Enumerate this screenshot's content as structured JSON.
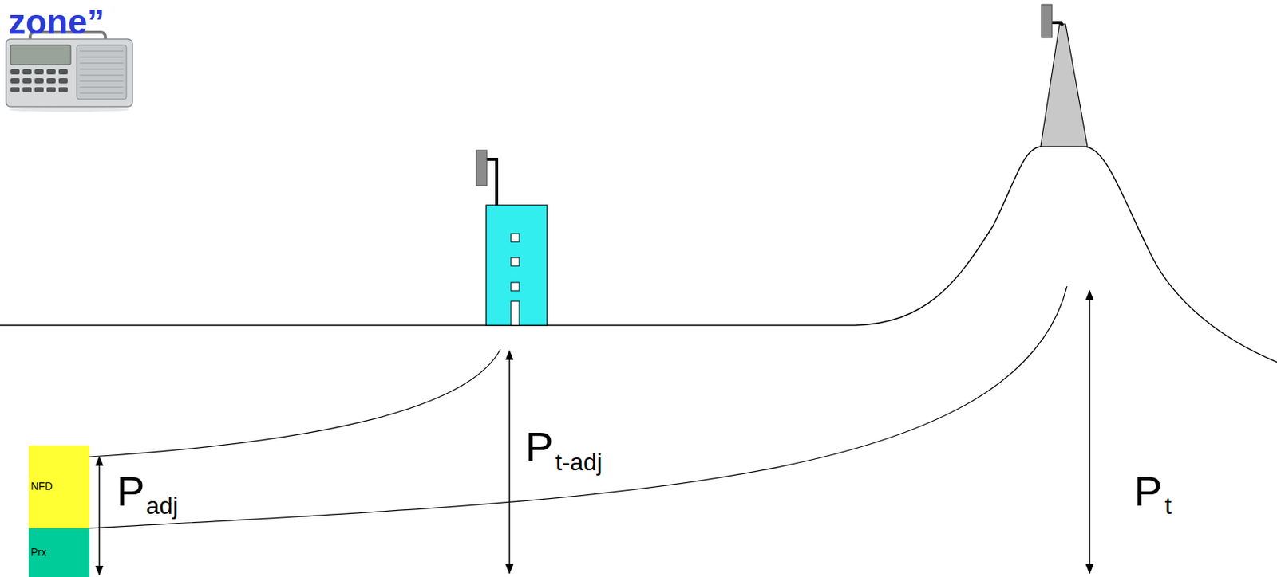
{
  "diagram": {
    "title": "zone”",
    "nodes": [
      {
        "text": [
          "NFD"
        ]
      },
      {
        "text": [
          "Prx"
        ]
      }
    ],
    "labels": [
      "P",
      "t-adj",
      "P",
      "adj",
      "P",
      "t"
    ]
  }
}
